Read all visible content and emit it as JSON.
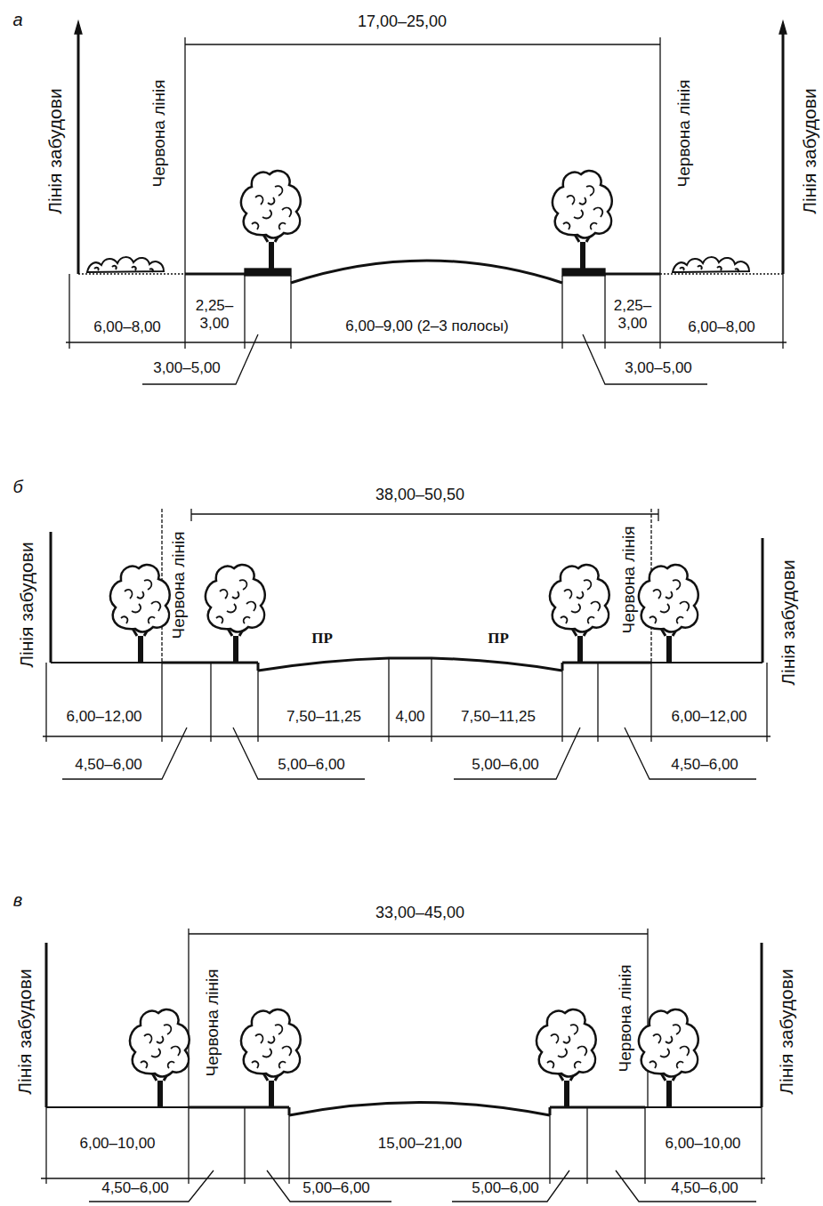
{
  "diagram": {
    "labels": [
      "а",
      "17,00–25,00",
      "Лінія забудови",
      "Червона лінія",
      "Червона лінія",
      "Лінія забудови",
      "6,00–8,00",
      "2,25– 3,00",
      "6,00–9,00 (2–3 полосы)",
      "2,25– 3,00",
      "6,00–8,00",
      "3,00–5,00",
      "3,00–5,00",
      "б",
      "38,00–50,50",
      "Лінія забудови",
      "Червона лінія",
      "ПР",
      "ПР",
      "Червона лінія",
      "Лінія забудови",
      "6,00–12,00",
      "7,50–11,25",
      "4,00",
      "7,50–11,25",
      "6,00–12,00",
      "4,50–6,00",
      "5,00–6,00",
      "5,00–6,00",
      "4,50–6,00",
      "в",
      "33,00–45,00",
      "Лінія забудови",
      "Червона лінія",
      "Червона лінія",
      "Лінія забудови",
      "6,00–10,00",
      "15,00–21,00",
      "6,00–10,00",
      "4,50–6,00",
      "5,00–6,00",
      "5,00–6,00",
      "4,50–6,00"
    ]
  }
}
